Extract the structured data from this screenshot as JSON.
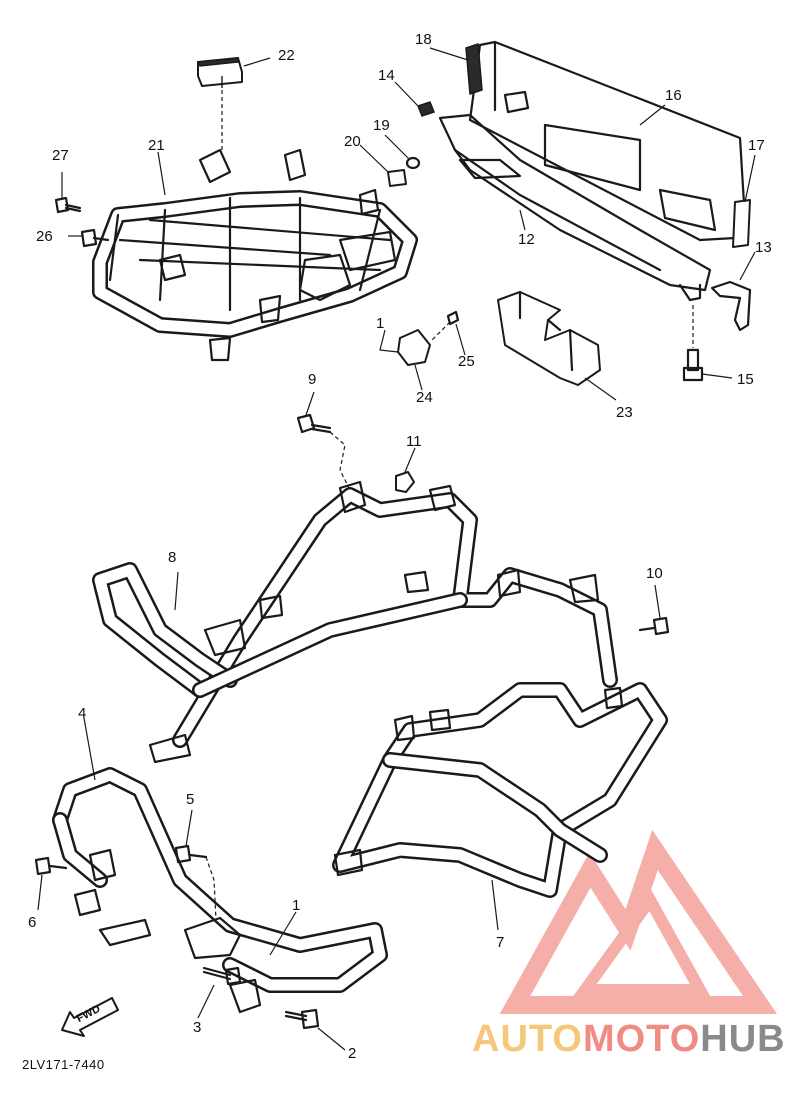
{
  "diagram_code": "2LV171-7440",
  "fwd_label": "FWD",
  "watermark": {
    "part1": "AUTO",
    "part2": "MOTO",
    "part3": "HUB",
    "colors": {
      "part1": "#f5c77a",
      "part2": "#f08c84",
      "part3": "#8a8a8a",
      "logo": "#f4a19a"
    }
  },
  "callouts": {
    "c1a": "1",
    "c1b": "1",
    "c2": "2",
    "c3": "3",
    "c4": "4",
    "c5": "5",
    "c6": "6",
    "c7": "7",
    "c8": "8",
    "c9": "9",
    "c10": "10",
    "c11": "11",
    "c12": "12",
    "c13": "13",
    "c14": "14",
    "c15": "15",
    "c16": "16",
    "c17": "17",
    "c18": "18",
    "c19": "19",
    "c20": "20",
    "c21": "21",
    "c22": "22",
    "c23": "23",
    "c24": "24",
    "c25": "25",
    "c26": "26",
    "c27": "27"
  }
}
